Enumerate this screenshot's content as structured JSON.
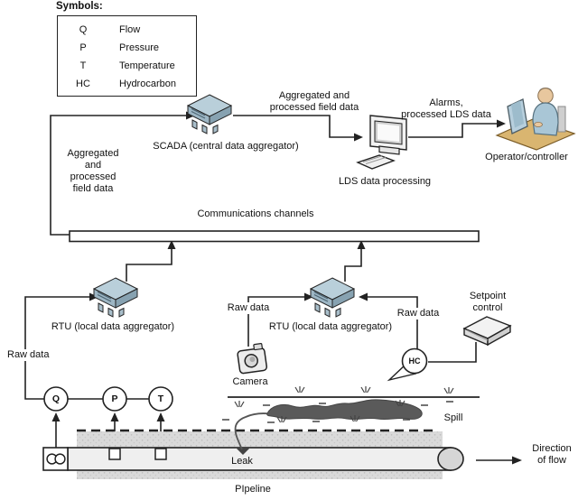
{
  "legend": {
    "title": "Symbols:",
    "rows": [
      {
        "symbol": "Q",
        "meaning": "Flow"
      },
      {
        "symbol": "P",
        "meaning": "Pressure"
      },
      {
        "symbol": "T",
        "meaning": "Temperature"
      },
      {
        "symbol": "HC",
        "meaning": "Hydrocarbon"
      }
    ]
  },
  "nodes": {
    "scada": "SCADA (central data aggregator)",
    "lds": "LDS data processing",
    "operator": "Operator/controller",
    "rtu1": "RTU (local data aggregator)",
    "rtu2": "RTU (local data aggregator)",
    "comms": "Communications channels",
    "camera": "Camera",
    "setpoint": "Setpoint\ncontrol"
  },
  "edges": {
    "left_aggregated": "Aggregated\nand\nprocessed\nfield data",
    "top_aggregated": "Aggregated and\nprocessed field data",
    "alarms": "Alarms,\nprocessed LDS data",
    "raw_rtu1": "Raw data",
    "raw_camera": "Raw data",
    "raw_hc": "Raw data"
  },
  "field": {
    "spill": "Spill",
    "leak": "Leak",
    "pipeline": "PIpeline",
    "direction": "Direction\nof flow"
  },
  "sensors": {
    "flow": "Q",
    "pressure": "P",
    "temperature": "T",
    "hydrocarbon": "HC"
  },
  "colors": {
    "line": "#222222",
    "device_top": "#b9cfda",
    "device_left": "#9db6c4",
    "device_right": "#87a2b1",
    "desk": "#d9b570",
    "shirt": "#a9c6d6",
    "skin": "#e8c79e",
    "spill": "#5a5a5a",
    "soil": "#dadada",
    "pipe": "#efefef"
  }
}
